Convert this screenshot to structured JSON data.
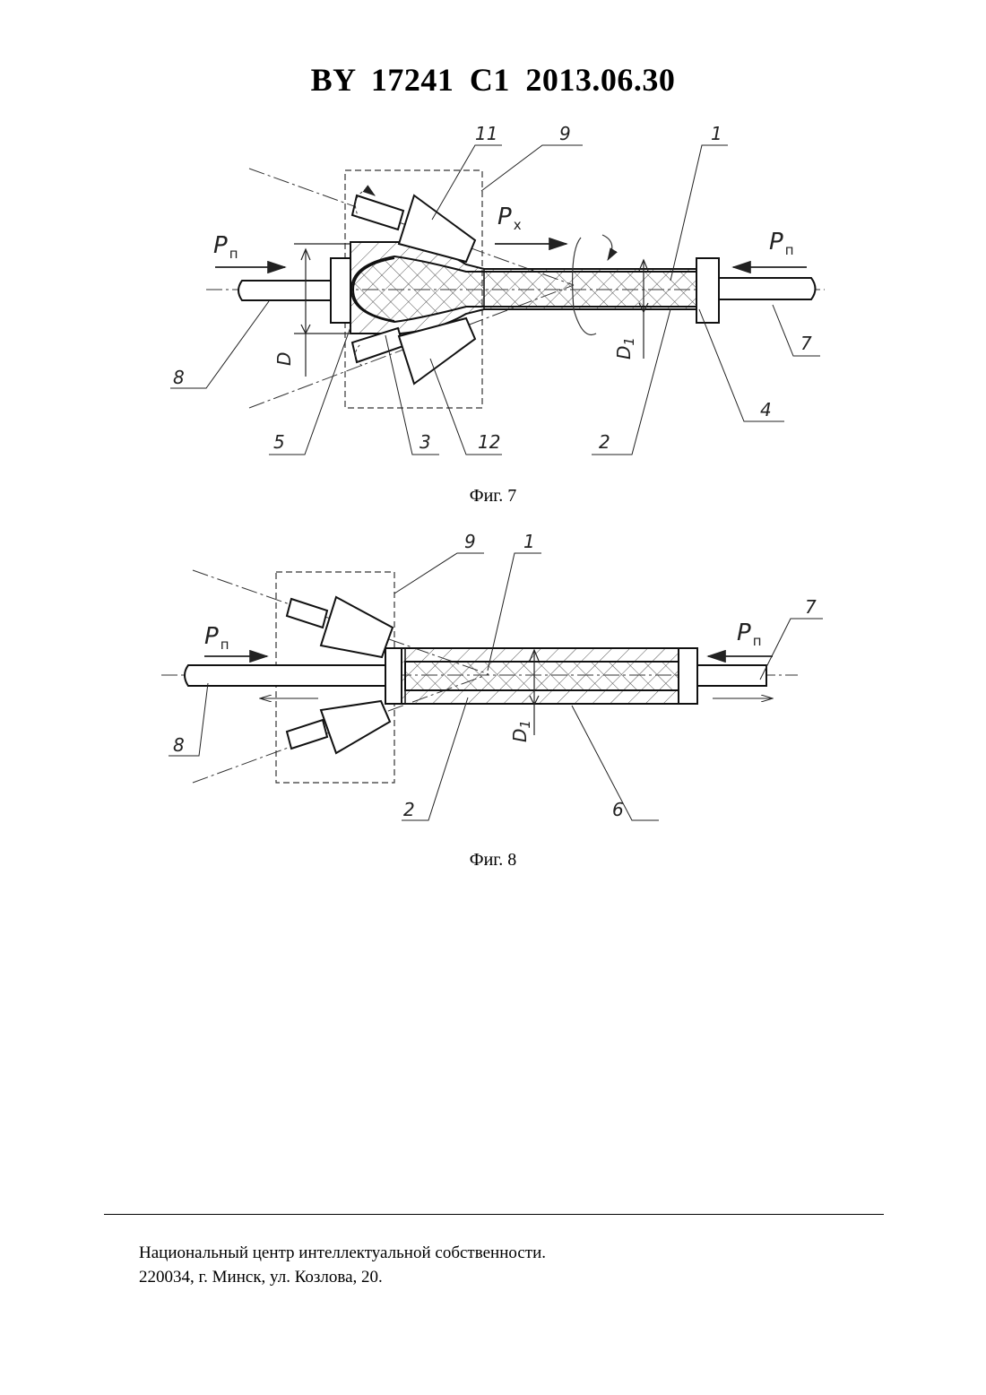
{
  "header": {
    "doc_id": "BY  17241  C1  2013.06.30"
  },
  "figure7": {
    "caption": "Фиг. 7",
    "labels": {
      "l11": "11",
      "l9": "9",
      "l1": "1",
      "l7": "7",
      "l8": "8",
      "l5": "5",
      "l3": "3",
      "l12": "12",
      "l2": "2",
      "l4": "4",
      "dim_D": "D",
      "dim_D1": "D",
      "dim_D1_sub": "1",
      "force_p": "P",
      "force_p_sub": "п",
      "force_x": "P",
      "force_x_sub": "x"
    }
  },
  "figure8": {
    "caption": "Фиг. 8",
    "labels": {
      "l9": "9",
      "l1": "1",
      "l7": "7",
      "l8": "8",
      "l2": "2",
      "l6": "6",
      "dim_D1": "D",
      "dim_D1_sub": "1",
      "force_p": "P",
      "force_p_sub": "п"
    }
  },
  "footer": {
    "line1": "Национальный центр интеллектуальной собственности.",
    "line2": "220034, г. Минск, ул. Козлова, 20."
  }
}
